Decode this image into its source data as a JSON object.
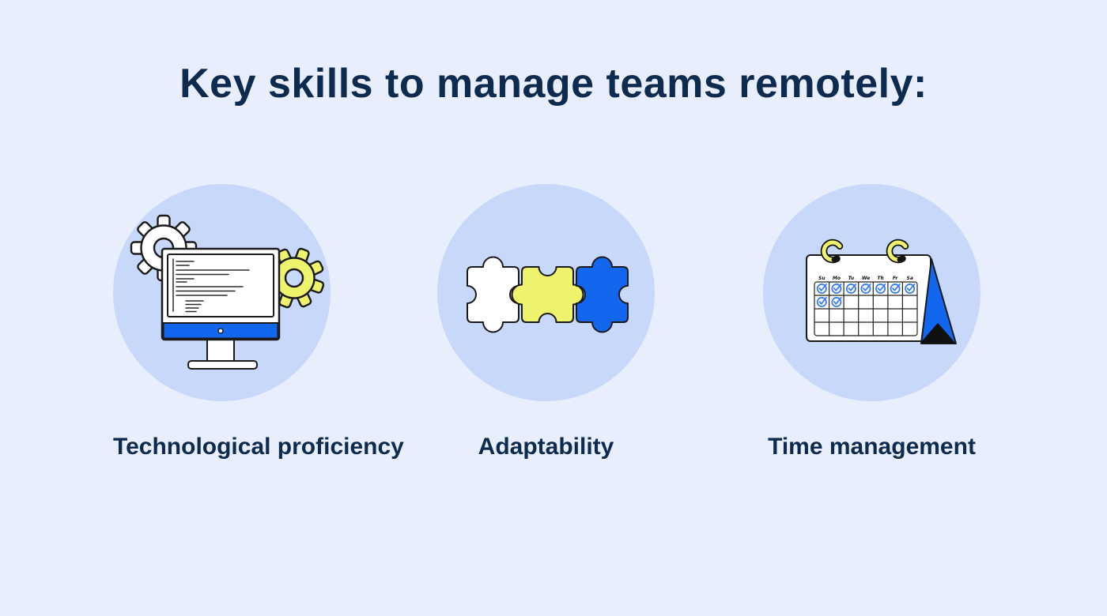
{
  "page": {
    "title": "Key skills to manage teams remotely:"
  },
  "skills": [
    {
      "label": "Technological proficiency",
      "icon": "monitor-code-gears-icon"
    },
    {
      "label": "Adaptability",
      "icon": "puzzle-pieces-icon"
    },
    {
      "label": "Time management",
      "icon": "desk-calendar-icon"
    }
  ],
  "calendar": {
    "day_headers": [
      "Su",
      "Mo",
      "Tu",
      "We",
      "Th",
      "Fr",
      "Sa"
    ],
    "weeks_shown": 4,
    "checked_per_row": [
      7,
      2
    ]
  },
  "colors": {
    "background": "#e8eefb",
    "bubble": "#c7d8fa",
    "accent_blue": "#1267ee",
    "accent_yellow": "#eef26c",
    "check_blue": "#2e78f3",
    "text_navy": "#0d2a4f",
    "outline": "#1a1a1a"
  }
}
